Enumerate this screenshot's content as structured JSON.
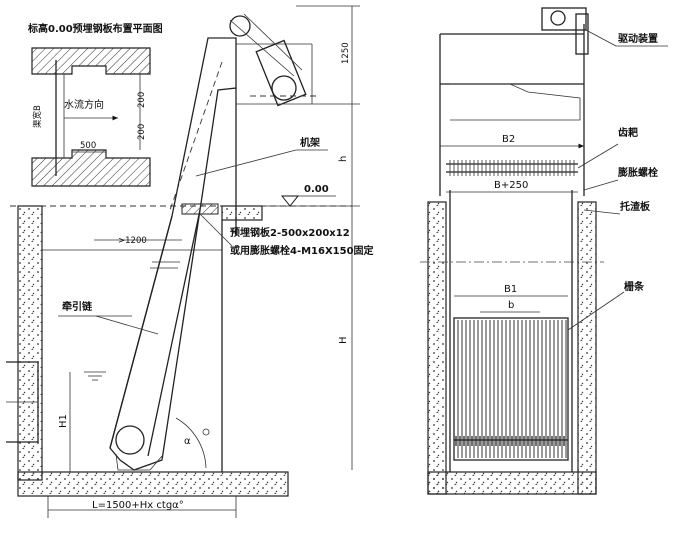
{
  "left_view": {
    "plan_title": "标高0.00预埋钢板布置平面图",
    "plan_water_dir": "水流方向",
    "plan_width_label": "渠宽B",
    "plan_dim_500": "500",
    "plan_dim_200a": "200",
    "plan_dim_200b": "200",
    "dim_1250": "1250",
    "dim_h": "h",
    "frame_label": "机架",
    "level_000": "0.00",
    "dim_1200": ">1200",
    "embed_plate_label": "预埋钢板2-500x200x12",
    "anchor_bolt_label": "或用膨胀螺栓4-M16X150固定",
    "chain_label": "牵引链",
    "dim_H": "H",
    "dim_H1": "H1",
    "dim_L": "L=1500+Hx ctgα°",
    "angle_label": "α"
  },
  "right_view": {
    "drive_label": "驱动装置",
    "rake_label": "齿耙",
    "expansion_bolt_label": "膨胀螺栓",
    "slag_plate_label": "托渣板",
    "bars_label": "栅条",
    "dim_B2": "B2",
    "dim_B250": "B+250",
    "dim_B1": "B1",
    "dim_b": "b"
  }
}
